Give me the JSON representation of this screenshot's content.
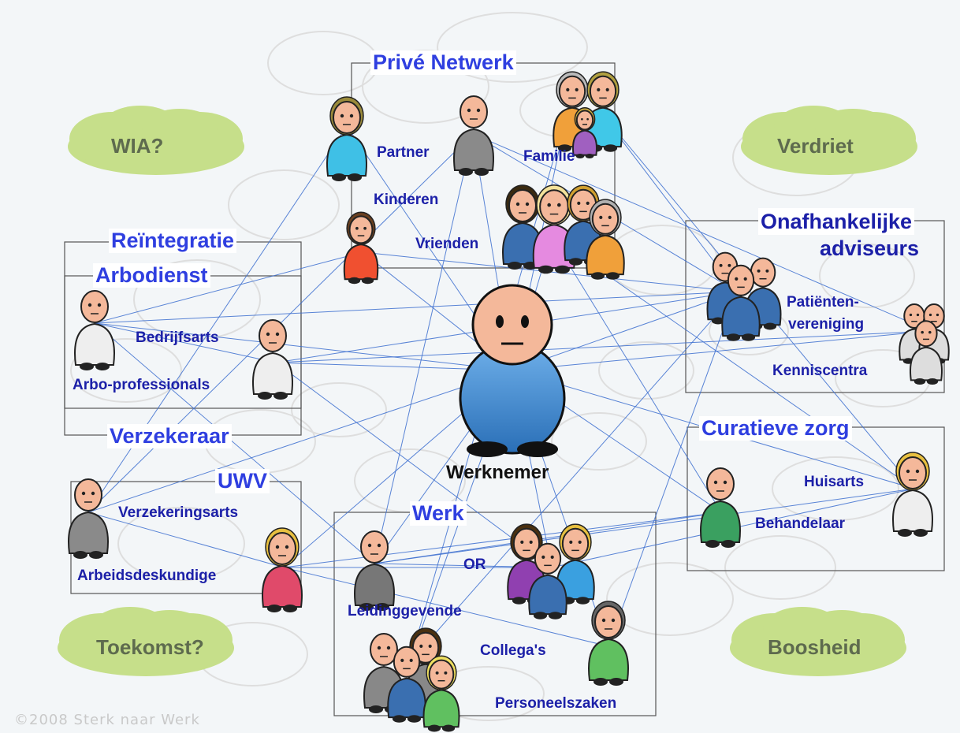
{
  "colors": {
    "label": "#1c20a8",
    "header": "#2f3fe0",
    "line": "#3d6fd0",
    "cloud": "#c6df8a",
    "cloud_text": "#5e6b4e",
    "box": "#555555",
    "bubble": "#dedede"
  },
  "clouds": [
    {
      "id": "wia",
      "text": "WIA?"
    },
    {
      "id": "verdriet",
      "text": "Verdriet"
    },
    {
      "id": "toekomst",
      "text": "Toekomst?"
    },
    {
      "id": "boosheid",
      "text": "Boosheid"
    }
  ],
  "groups": {
    "prive": {
      "title": "Privé Netwerk",
      "labels": {
        "partner": "Partner",
        "familie": "Familie",
        "kinderen": "Kinderen",
        "vrienden": "Vrienden"
      }
    },
    "reintegratie": {
      "title": "Reïntegratie"
    },
    "arbodienst": {
      "title": "Arbodienst",
      "labels": {
        "bedrijfsarts": "Bedrijfsarts",
        "arbo": "Arbo-professionals"
      }
    },
    "verzekeraar": {
      "title": "Verzekeraar"
    },
    "uwv": {
      "title": "UWV",
      "labels": {
        "verzekeringsarts": "Verzekeringsarts",
        "arbeidsdeskundige": "Arbeidsdeskundige"
      }
    },
    "werk": {
      "title": "Werk",
      "labels": {
        "or": "OR",
        "leidinggevende": "Leidinggevende",
        "collegas": "Collega's",
        "personeelszaken": "Personeelszaken"
      }
    },
    "adviseurs": {
      "title_line1": "Onafhankelijke",
      "title_line2": "adviseurs",
      "labels": {
        "patienten1": "Patiënten-",
        "patienten2": "vereniging",
        "kenniscentra": "Kenniscentra"
      }
    },
    "curatief": {
      "title": "Curatieve zorg",
      "labels": {
        "huisarts": "Huisarts",
        "behandelaar": "Behandelaar"
      }
    }
  },
  "center": {
    "label": "Werknemer"
  },
  "copyright": "©2008 Sterk naar Werk"
}
